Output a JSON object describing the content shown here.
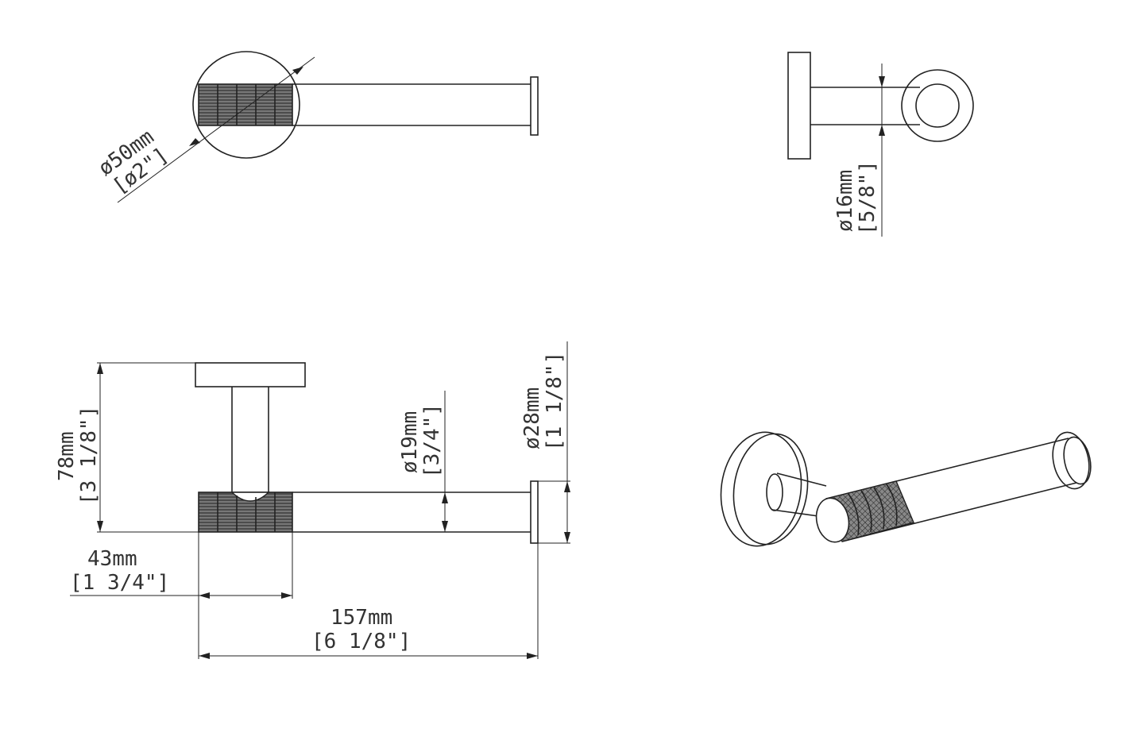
{
  "dimensions": {
    "top_view": {
      "plate_dia_mm": "ø50mm",
      "plate_dia_in": "[ø2\"]"
    },
    "end_view": {
      "rod_dia_mm": "ø16mm",
      "rod_dia_in": "[5/8\"]"
    },
    "front_view": {
      "height_mm": "78mm",
      "height_in": "[3 1/8\"]",
      "bar_dia_mm": "ø19mm",
      "bar_dia_in": "[3/4\"]",
      "cap_dia_mm": "ø28mm",
      "cap_dia_in": "[1 1/8\"]",
      "knurl_len_mm": "43mm",
      "knurl_len_in": "[1 3/4\"]",
      "total_len_mm": "157mm",
      "total_len_in": "[6 1/8\"]"
    }
  },
  "colors": {
    "line": "#222222",
    "knurl": "#555555",
    "background": "#ffffff"
  }
}
